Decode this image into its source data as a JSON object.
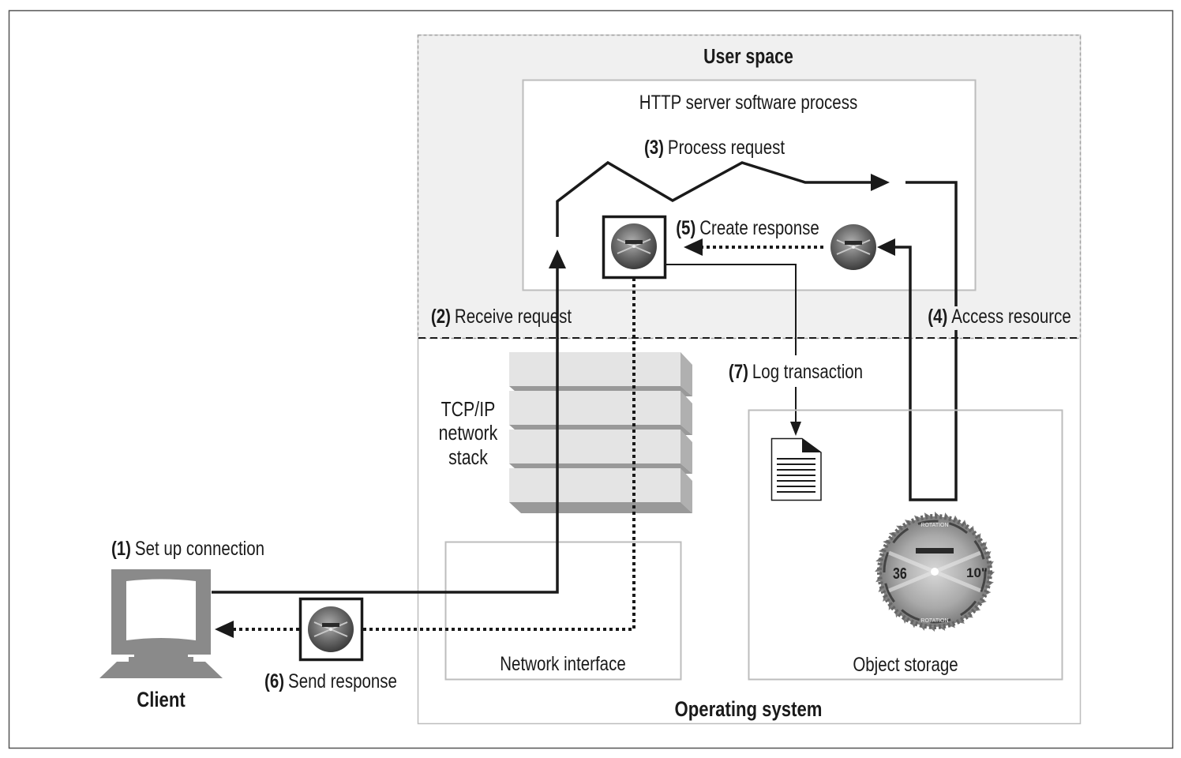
{
  "title": "HTTP server request processing steps",
  "regions": {
    "user_space": "User space",
    "http_process": "HTTP server software process",
    "operating_system": "Operating system",
    "network_interface": "Network interface",
    "object_storage": "Object storage",
    "tcpip_stack": [
      "TCP/IP",
      "network",
      "stack"
    ],
    "client": "Client"
  },
  "steps": [
    {
      "num": "(1)",
      "text": "Set up connection"
    },
    {
      "num": "(2)",
      "text": "Receive request"
    },
    {
      "num": "(3)",
      "text": "Process request"
    },
    {
      "num": "(4)",
      "text": "Access resource"
    },
    {
      "num": "(5)",
      "text": "Create response"
    },
    {
      "num": "(6)",
      "text": "Send response"
    },
    {
      "num": "(7)",
      "text": "Log transaction"
    }
  ],
  "saw_blade": {
    "teeth_label": "36",
    "size_label": "10\"",
    "rotation_label": "ROTATION"
  },
  "colors": {
    "frame": "#555555",
    "user_space_bg": "#f0f0f0",
    "box_border": "#bdbdbd",
    "line": "#1a1a1a",
    "monitor": "#8a8a8a",
    "stack_face": "#e4e4e4",
    "stack_shadow": "#a8a8a8"
  }
}
